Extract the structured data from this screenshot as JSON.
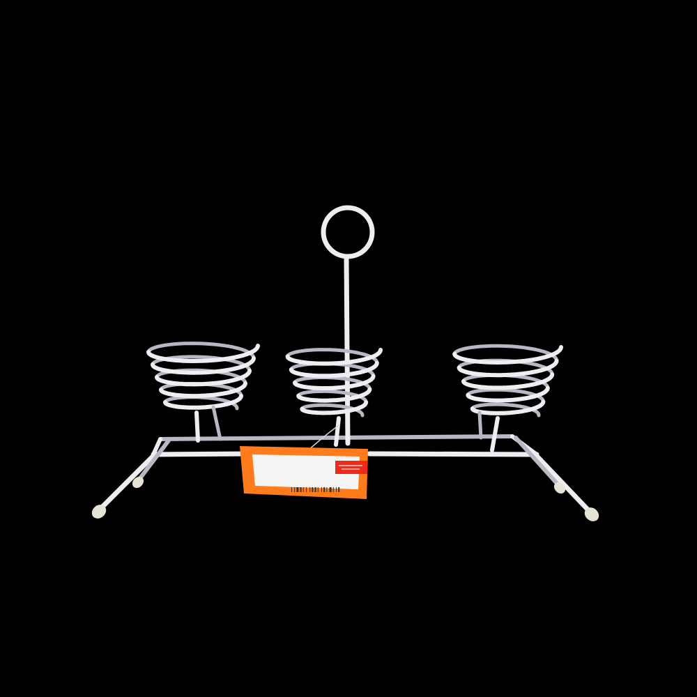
{
  "colors": {
    "background": "#000000",
    "wire": "#eeeef2",
    "wire_shade": "#b8b8c4",
    "foot_cap": "#e6e2d6",
    "tag_orange": "#ff7b1c",
    "tag_white": "#f4f4f2",
    "tag_red": "#ee2a1a"
  },
  "product": {
    "handle": "ring-handle",
    "holders": [
      "left-spiral-holder",
      "center-spiral-holder",
      "right-spiral-holder"
    ],
    "feet": 4
  }
}
